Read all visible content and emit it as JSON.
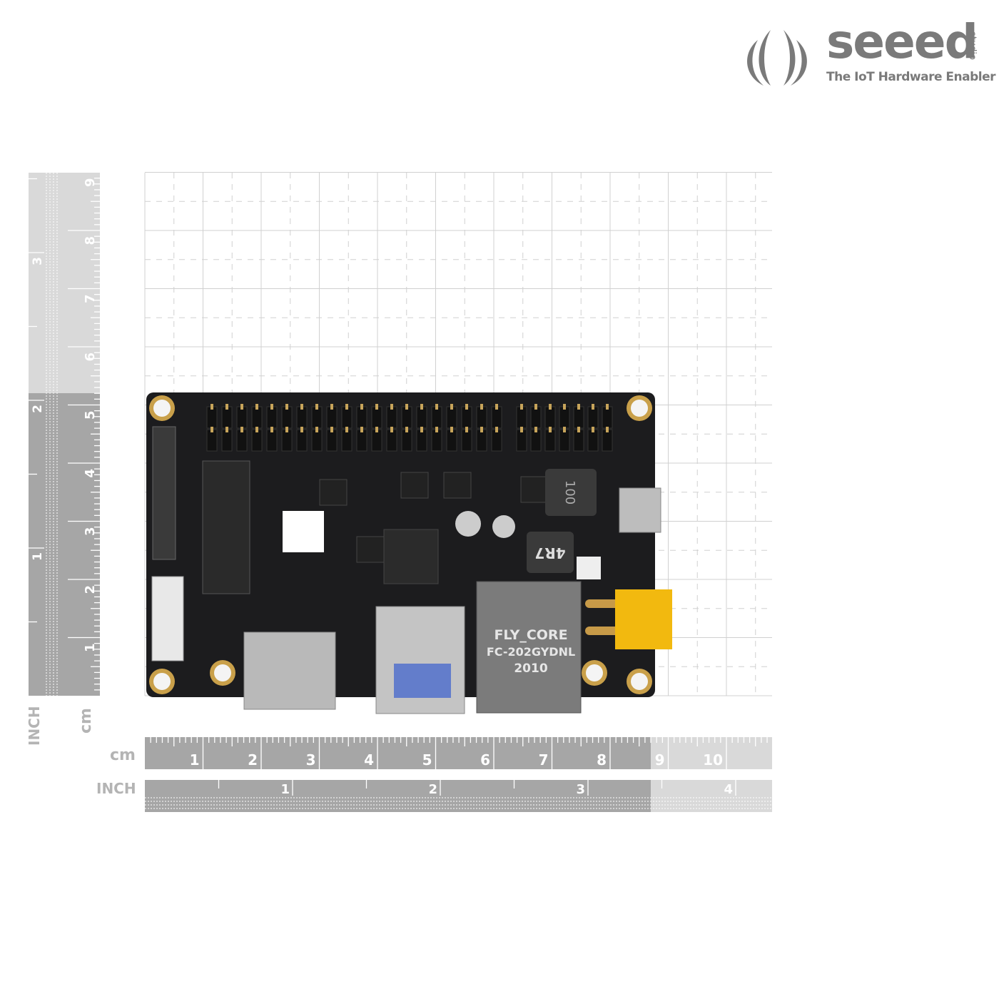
{
  "logo": {
    "brand": "seeed",
    "sub": "studio",
    "tagline": "The IoT Hardware Enabler"
  },
  "rulers": {
    "cm_label": "cm",
    "inch_label": "INCH",
    "horizontal_cm_ticks": [
      "1",
      "2",
      "3",
      "4",
      "5",
      "6",
      "7",
      "8",
      "9",
      "10",
      "1"
    ],
    "horizontal_inch_ticks": [
      "1",
      "2",
      "3",
      "4"
    ],
    "vertical_cm_ticks": [
      "1",
      "2",
      "3",
      "4",
      "5",
      "6",
      "7",
      "8",
      "9"
    ],
    "vertical_inch_ticks": [
      "1",
      "2",
      "3"
    ]
  },
  "board": {
    "ethernet_text": [
      "FLY_CORE",
      "FC-202GYDNL",
      "2010"
    ],
    "inductor_large": "4R7",
    "inductor_small": "100"
  },
  "colors": {
    "ruler_dark": "#a6a6a6",
    "ruler_light": "#d9d9d9",
    "grid": "#d0d0d0",
    "pcb": "#1c1c1e",
    "xt30": "#f2b90f",
    "logo": "#7a7a7a"
  }
}
